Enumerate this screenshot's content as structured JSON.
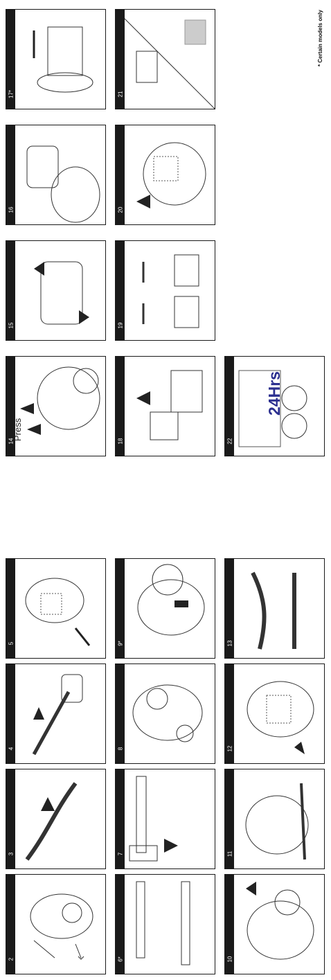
{
  "footnote": "* Certain models only",
  "press_label": "Press",
  "hours_label": "24Hrs",
  "panels": [
    {
      "label": "2"
    },
    {
      "label": "3"
    },
    {
      "label": "4"
    },
    {
      "label": "5"
    },
    {
      "label": "6*"
    },
    {
      "label": "7"
    },
    {
      "label": "8"
    },
    {
      "label": "9*"
    },
    {
      "label": "10"
    },
    {
      "label": "11"
    },
    {
      "label": "12"
    },
    {
      "label": "13"
    },
    {
      "label": "14"
    },
    {
      "label": "15"
    },
    {
      "label": "16"
    },
    {
      "label": "17*"
    },
    {
      "label": "18"
    },
    {
      "label": "19"
    },
    {
      "label": "20"
    },
    {
      "label": "21"
    },
    {
      "label": "22"
    }
  ]
}
